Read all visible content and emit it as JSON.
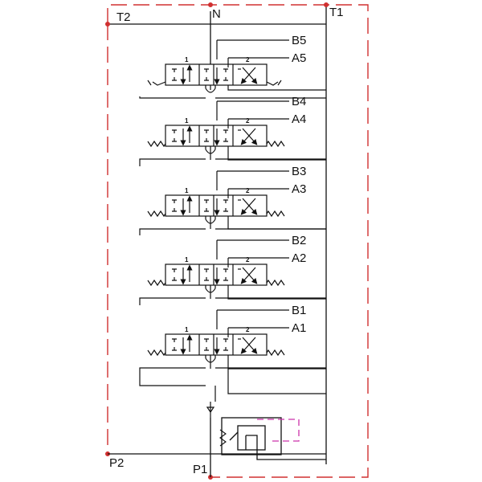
{
  "ports": {
    "t2": "T2",
    "n": "N",
    "t1": "T1",
    "p2": "P2",
    "p1": "P1"
  },
  "sections": [
    {
      "b": "B5",
      "a": "A5",
      "pos1": "1",
      "pos2": "2"
    },
    {
      "b": "B4",
      "a": "A4",
      "pos1": "1",
      "pos2": "2"
    },
    {
      "b": "B3",
      "a": "A3",
      "pos1": "1",
      "pos2": "2"
    },
    {
      "b": "B2",
      "a": "A2",
      "pos1": "1",
      "pos2": "2"
    },
    {
      "b": "B1",
      "a": "A1",
      "pos1": "1",
      "pos2": "2"
    }
  ],
  "colors": {
    "line": "#111111",
    "boundary_dashed": "#d03030",
    "pilot_dashed": "#cc33aa"
  }
}
